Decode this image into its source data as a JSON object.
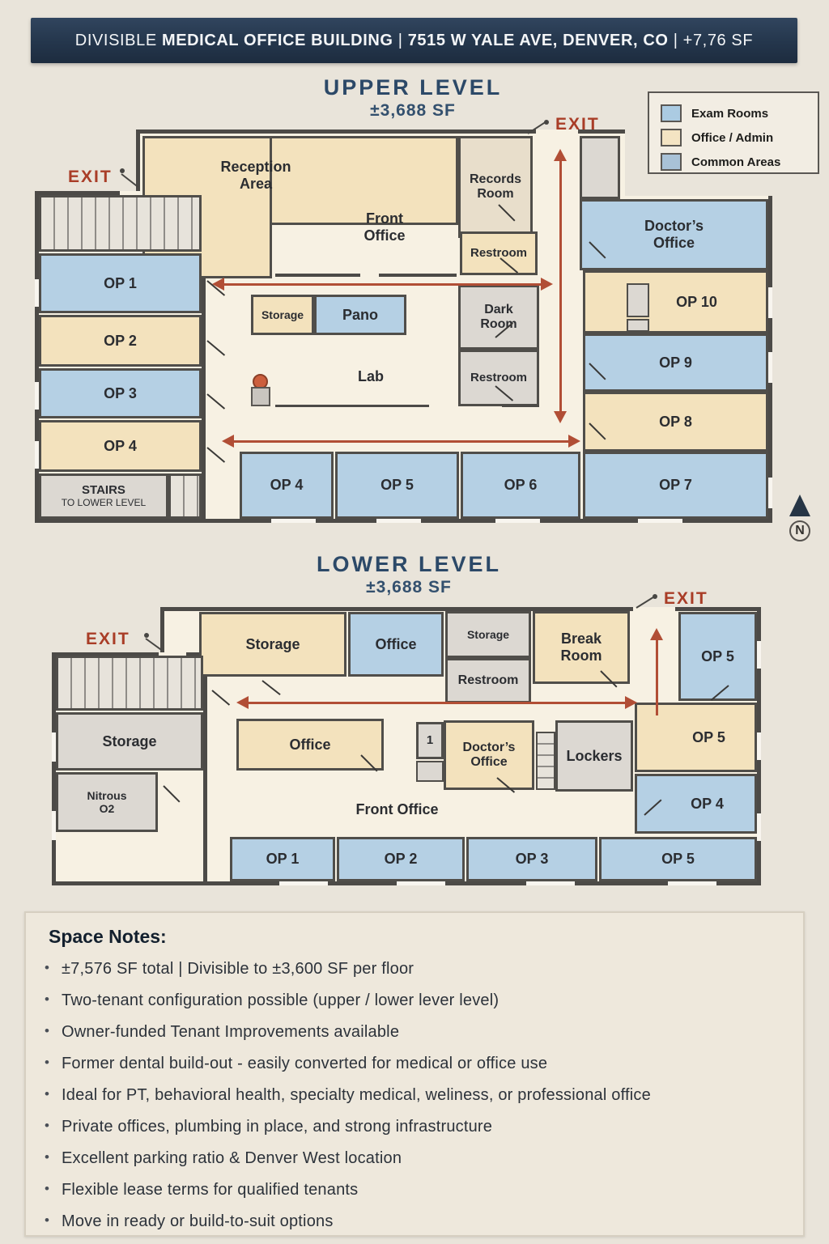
{
  "header": {
    "prefix": "DIVISIBLE ",
    "building": "MEDICAL OFFICE BUILDING",
    "divider": " | ",
    "address": "7515 W YALE AVE, DENVER, CO",
    "size": "+7,76 SF"
  },
  "legend": {
    "items": [
      {
        "label": "Exam Rooms",
        "color": "#abcbe2"
      },
      {
        "label": "Office / Admin",
        "color": "#f4e4c3"
      },
      {
        "label": "Common Areas",
        "color": "#a9c2d7"
      }
    ]
  },
  "upper": {
    "title": "UPPER LEVEL",
    "sf": "±3,688 SF",
    "exit": "EXIT",
    "rooms": {
      "reception": "Reception\nArea",
      "records": "Records\nRoom",
      "front_office": "Front\nOffice",
      "restroom_top": "Restroom",
      "doctors": "Doctor’s\nOffice",
      "storage": "Storage",
      "pano": "Pano",
      "dark_room": "Dark\nRoom",
      "lab": "Lab",
      "restroom_mid": "Restroom",
      "op10": "OP 10",
      "op9": "OP 9",
      "op8": "OP 8",
      "op7": "OP 7",
      "op1": "OP 1",
      "op2": "OP 2",
      "op3": "OP 3",
      "op4": "OP 4",
      "stairs1": "STAIRS",
      "stairs2": "TO LOWER LEVEL",
      "op4b": "OP 4",
      "op5b": "OP 5",
      "op6b": "OP 6"
    }
  },
  "lower": {
    "title": "LOWER LEVEL",
    "sf": "±3,688 SF",
    "exit": "EXIT",
    "rooms": {
      "storage_top": "Storage",
      "office_top": "Office",
      "storage_small": "Storage",
      "restroom": "Restroom",
      "break_room": "Break\nRoom",
      "op5_tr": "OP 5",
      "op5_mr": "OP 5",
      "op4_r": "OP 4",
      "storage_left": "Storage",
      "nitrous": "Nitrous\nO2",
      "office_mid": "Office",
      "unit_one": "1",
      "doctors": "Doctor’s\nOffice",
      "lockers": "Lockers",
      "front_office": "Front Office",
      "op1": "OP 1",
      "op2": "OP 2",
      "op3": "OP 3",
      "op5_b": "OP 5"
    }
  },
  "north": {
    "label": "N"
  },
  "notes": {
    "heading": "Space Notes:",
    "items": [
      "±7,576 SF total | Divisible to ±3,600 SF per floor",
      "Two-tenant configuration possible (upper / lower lever level)",
      "Owner-funded Tenant Improvements available",
      "Former dental build-out - easily converted for medical or office use",
      "Ideal for PT, behavioral health, specialty medical, weliness, or professional office",
      "Private offices, plumbing in place, and strong infrastructure",
      "Excellent parking ratio & Denver West location",
      "Flexible lease terms for qualified tenants",
      "Move in ready or build-to-suit options"
    ]
  }
}
